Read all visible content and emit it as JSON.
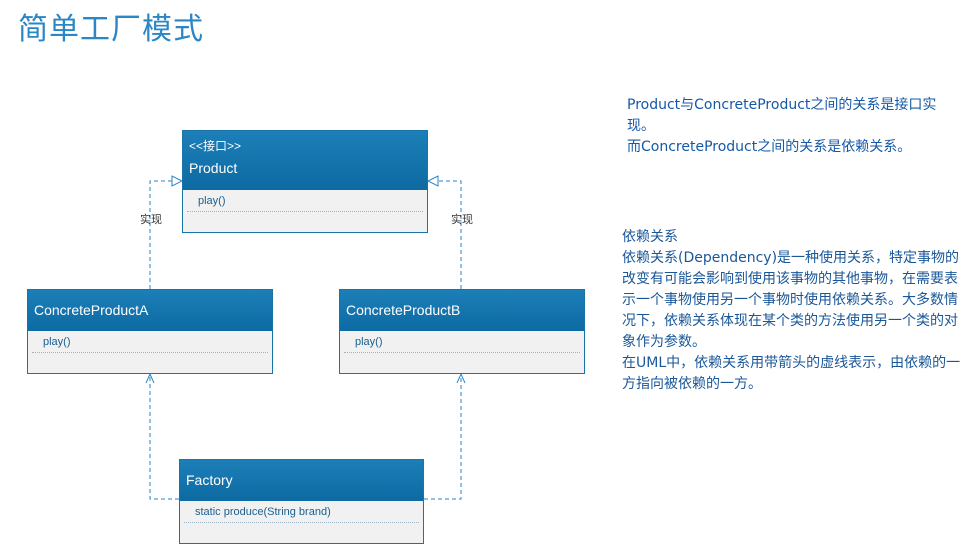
{
  "title": "简单工厂模式",
  "diagram": {
    "product": {
      "stereotype": "<<接口>>",
      "name": "Product",
      "method": "play()"
    },
    "concrete_a": {
      "name": "ConcreteProductA",
      "method": "play()"
    },
    "concrete_b": {
      "name": "ConcreteProductB",
      "method": "play()"
    },
    "factory": {
      "name": "Factory",
      "method": "static produce(String brand)"
    },
    "labels": {
      "left_realize": "实现",
      "right_realize": "实现"
    }
  },
  "notes": {
    "relation_lines": [
      "Product与ConcreteProduct之间的关系是接口实现。",
      "而ConcreteProduct之间的关系是依赖关系。"
    ],
    "dependency_title": "依赖关系",
    "dependency_lines": [
      "依赖关系(Dependency)是一种使用关系，特定事物的改变有可能会影响到使用该事物的其他事物，在需要表示一个事物使用另一个事物时使用依赖关系。大多数情况下，依赖关系体现在某个类的方法使用另一个类的对象作为参数。",
      "在UML中，依赖关系用带箭头的虚线表示，由依赖的一方指向被依赖的一方。"
    ]
  },
  "colors": {
    "header_blue": "#0d6aa2",
    "title_blue": "#2a86c4",
    "text_blue": "#1558a8",
    "line_blue": "#2a86c4"
  }
}
